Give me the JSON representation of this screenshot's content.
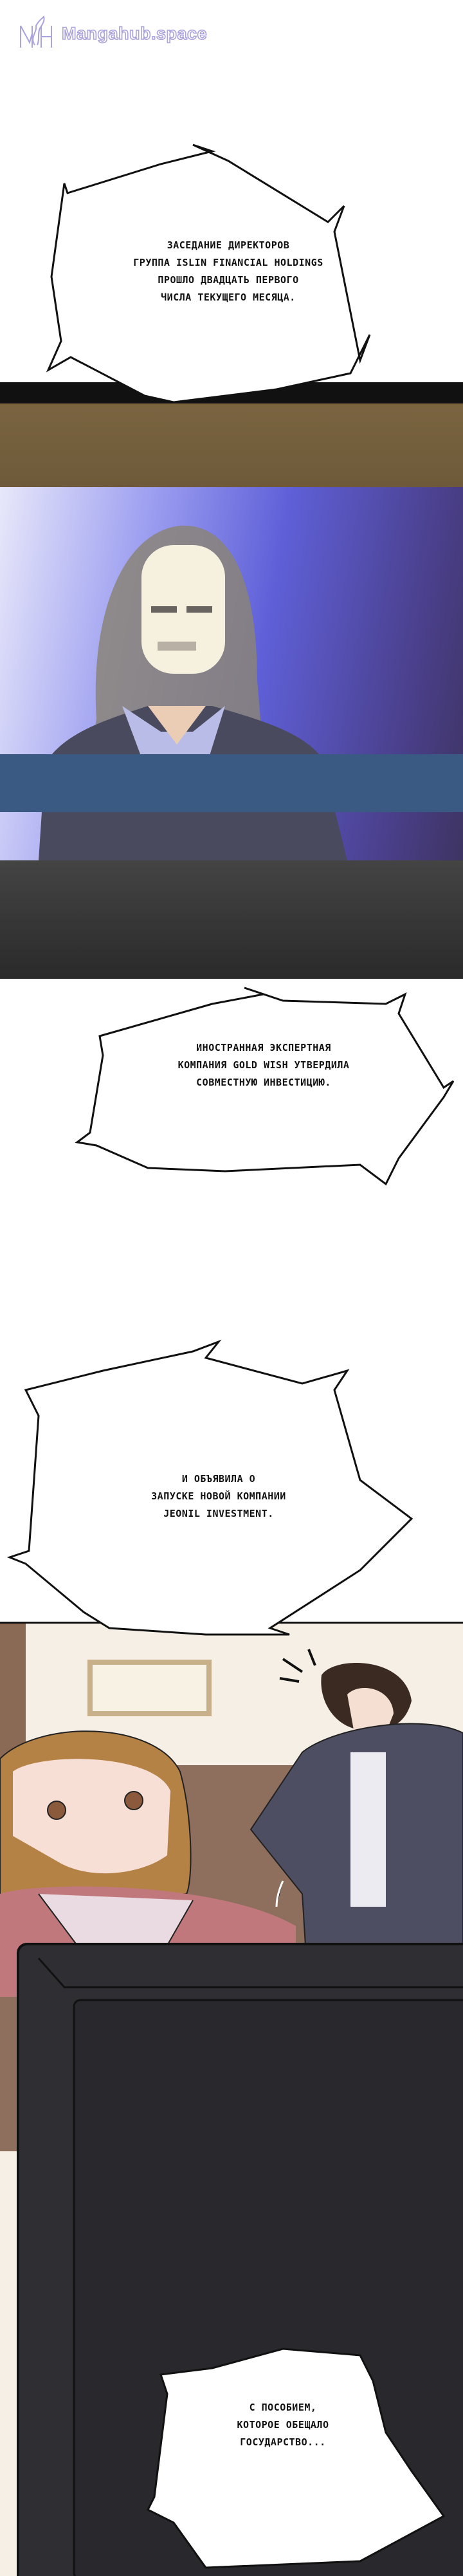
{
  "watermark": {
    "site_name": "Mangahub.space",
    "logo_letters": "MH"
  },
  "captions": [
    {
      "lines": [
        "Заседание директоров",
        "группа Islin Financial Holdings",
        "прошло двадцать первого",
        "числа текущего месяца."
      ]
    },
    {
      "lines": [
        "Иностранная экспертная",
        "компания Gold Wish утвердила",
        "совместную инвестицию."
      ]
    },
    {
      "lines": [
        "И объявила о",
        "запуске новой компании",
        "Jeonil Investment."
      ]
    },
    {
      "lines": [
        "С пособием,",
        "которое обещало",
        "государство..."
      ]
    }
  ],
  "colors": {
    "watermark": "#a9a4dc",
    "tv_frame": "#7a6440",
    "tv_screen": "#7a7ee0",
    "news_bar": "#3a5a84",
    "monitor": "#2c2c30"
  }
}
